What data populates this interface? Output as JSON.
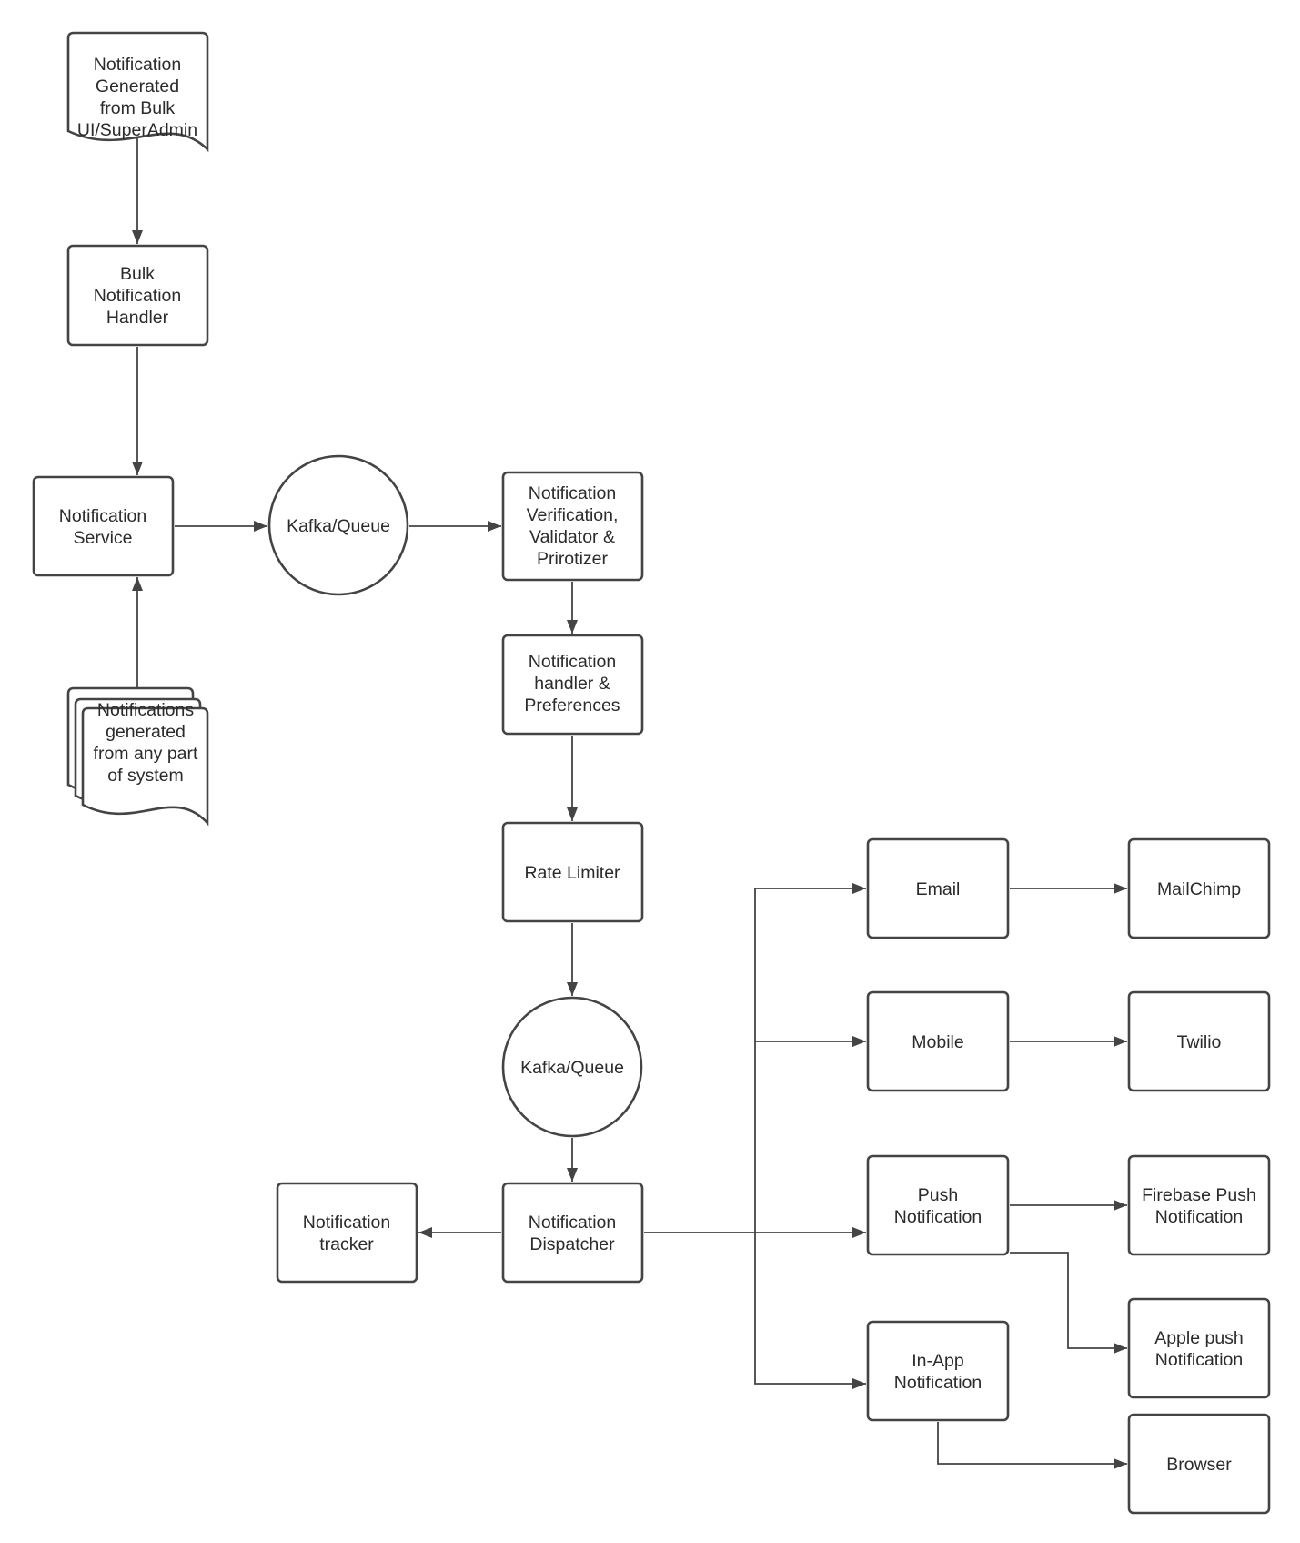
{
  "diagram": {
    "nodes": {
      "bulk_source": [
        "Notification",
        "Generated",
        "from Bulk",
        "UI/SuperAdmin"
      ],
      "bulk_handler": [
        "Bulk",
        "Notification",
        "Handler"
      ],
      "notification_service": [
        "Notification",
        "Service"
      ],
      "system_sources": [
        "Notifications",
        "generated",
        "from any part",
        "of system"
      ],
      "kafka_queue_1": [
        "Kafka/Queue"
      ],
      "verifier": [
        "Notification",
        "Verification,",
        "Validator &",
        "Prirotizer"
      ],
      "handler_prefs": [
        "Notification",
        "handler &",
        "Preferences"
      ],
      "rate_limiter": [
        "Rate Limiter"
      ],
      "kafka_queue_2": [
        "Kafka/Queue"
      ],
      "dispatcher": [
        "Notification",
        "Dispatcher"
      ],
      "tracker": [
        "Notification",
        "tracker"
      ],
      "email": [
        "Email"
      ],
      "mobile": [
        "Mobile"
      ],
      "push": [
        "Push",
        "Notification"
      ],
      "in_app": [
        "In-App",
        "Notification"
      ],
      "mailchimp": [
        "MailChimp"
      ],
      "twilio": [
        "Twilio"
      ],
      "firebase": [
        "Firebase Push",
        "Notification"
      ],
      "apple_push": [
        "Apple push",
        "Notification"
      ],
      "browser": [
        "Browser"
      ]
    },
    "edges": [
      [
        "bulk_source",
        "bulk_handler"
      ],
      [
        "bulk_handler",
        "notification_service"
      ],
      [
        "system_sources",
        "notification_service"
      ],
      [
        "notification_service",
        "kafka_queue_1"
      ],
      [
        "kafka_queue_1",
        "verifier"
      ],
      [
        "verifier",
        "handler_prefs"
      ],
      [
        "handler_prefs",
        "rate_limiter"
      ],
      [
        "rate_limiter",
        "kafka_queue_2"
      ],
      [
        "kafka_queue_2",
        "dispatcher"
      ],
      [
        "dispatcher",
        "tracker"
      ],
      [
        "dispatcher",
        "email"
      ],
      [
        "dispatcher",
        "mobile"
      ],
      [
        "dispatcher",
        "push"
      ],
      [
        "dispatcher",
        "in_app"
      ],
      [
        "email",
        "mailchimp"
      ],
      [
        "mobile",
        "twilio"
      ],
      [
        "push",
        "firebase"
      ],
      [
        "push",
        "apple_push"
      ],
      [
        "in_app",
        "browser"
      ]
    ]
  }
}
